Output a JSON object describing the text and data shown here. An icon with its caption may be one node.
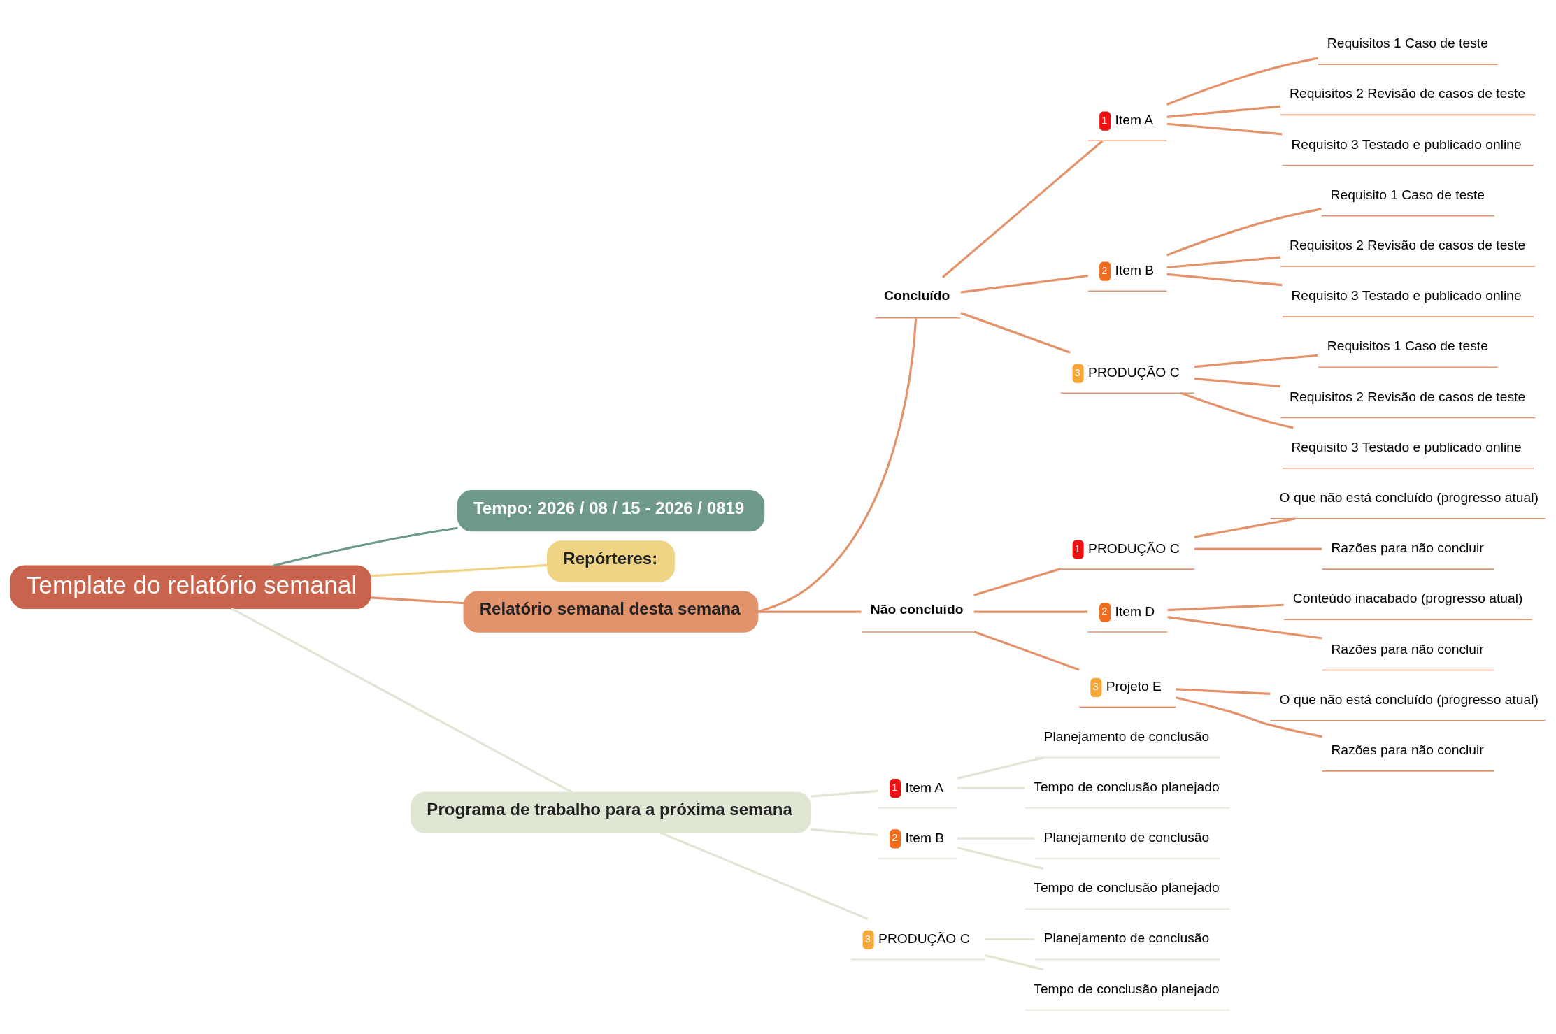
{
  "diagram": {
    "nodes": [
      {
        "text": [
          "Template do relatório semanal"
        ]
      },
      {
        "text": [
          "Tempo: 2026 / 08 / 15 - 2026 / 0819"
        ]
      },
      {
        "text": [
          "Repórteres:"
        ]
      },
      {
        "text": [
          "Relatório semanal desta semana"
        ]
      },
      {
        "text": [
          "Concluído"
        ]
      },
      {
        "text": [
          "1",
          "Item A"
        ]
      },
      {
        "text": [
          "Requisitos 1 Caso de teste"
        ]
      },
      {
        "text": [
          "Requisitos 2 Revisão de casos de teste"
        ]
      },
      {
        "text": [
          "Requisito 3 Testado e publicado online"
        ]
      },
      {
        "text": [
          "2",
          "Item B"
        ]
      },
      {
        "text": [
          "Requisito 1 Caso de teste"
        ]
      },
      {
        "text": [
          "Requisitos 2 Revisão de casos de teste"
        ]
      },
      {
        "text": [
          "Requisito 3 Testado e publicado online"
        ]
      },
      {
        "text": [
          "3",
          "PRODUÇÃO C"
        ]
      },
      {
        "text": [
          "Requisitos 1 Caso de teste"
        ]
      },
      {
        "text": [
          "Requisitos 2 Revisão de casos de teste"
        ]
      },
      {
        "text": [
          "Requisito 3 Testado e publicado online"
        ]
      },
      {
        "text": [
          "Não concluído"
        ]
      },
      {
        "text": [
          "1",
          "PRODUÇÃO C"
        ]
      },
      {
        "text": [
          "O que não está concluído (progresso atual)"
        ]
      },
      {
        "text": [
          "Razões para não concluir"
        ]
      },
      {
        "text": [
          "2",
          "Item D"
        ]
      },
      {
        "text": [
          "Conteúdo inacabado (progresso atual)"
        ]
      },
      {
        "text": [
          "Razões para não concluir"
        ]
      },
      {
        "text": [
          "3",
          "Projeto E"
        ]
      },
      {
        "text": [
          "O que não está concluído (progresso atual)"
        ]
      },
      {
        "text": [
          "Razões para não concluir"
        ]
      },
      {
        "text": [
          "Programa de trabalho para a próxima semana"
        ]
      },
      {
        "text": [
          "1",
          "Item A"
        ]
      },
      {
        "text": [
          "Planejamento de conclusão"
        ]
      },
      {
        "text": [
          "Tempo de conclusão planejado"
        ]
      },
      {
        "text": [
          "2",
          "Item B"
        ]
      },
      {
        "text": [
          "Planejamento de conclusão"
        ]
      },
      {
        "text": [
          "Tempo de conclusão planejado"
        ]
      },
      {
        "text": [
          "3",
          "PRODUÇÃO C"
        ]
      },
      {
        "text": [
          "Planejamento de conclusão"
        ]
      },
      {
        "text": [
          "Tempo de conclusão planejado"
        ]
      }
    ],
    "edges": [
      {
        "from": 0,
        "to": 1,
        "arrow": "none",
        "color": "#6f9a8a"
      },
      {
        "from": 0,
        "to": 2,
        "arrow": "none",
        "color": "#f0d486"
      },
      {
        "from": 0,
        "to": 3,
        "arrow": "none",
        "color": "#e3936c"
      },
      {
        "from": 3,
        "to": 4,
        "arrow": "none",
        "color": "#e3936c"
      },
      {
        "from": 4,
        "to": 5,
        "arrow": "none",
        "color": "#e3936c"
      },
      {
        "from": 5,
        "to": 6,
        "arrow": "none",
        "color": "#e3936c"
      },
      {
        "from": 5,
        "to": 7,
        "arrow": "none",
        "color": "#e3936c"
      },
      {
        "from": 5,
        "to": 8,
        "arrow": "none",
        "color": "#e3936c"
      },
      {
        "from": 4,
        "to": 9,
        "arrow": "none",
        "color": "#e3936c"
      },
      {
        "from": 9,
        "to": 10,
        "arrow": "none",
        "color": "#e3936c"
      },
      {
        "from": 9,
        "to": 11,
        "arrow": "none",
        "color": "#e3936c"
      },
      {
        "from": 9,
        "to": 12,
        "arrow": "none",
        "color": "#e3936c"
      },
      {
        "from": 4,
        "to": 13,
        "arrow": "none",
        "color": "#e3936c"
      },
      {
        "from": 13,
        "to": 14,
        "arrow": "none",
        "color": "#e3936c"
      },
      {
        "from": 13,
        "to": 15,
        "arrow": "none",
        "color": "#e3936c"
      },
      {
        "from": 13,
        "to": 16,
        "arrow": "none",
        "color": "#e3936c"
      },
      {
        "from": 3,
        "to": 17,
        "arrow": "none",
        "color": "#e3936c"
      },
      {
        "from": 17,
        "to": 18,
        "arrow": "none",
        "color": "#e3936c"
      },
      {
        "from": 18,
        "to": 19,
        "arrow": "none",
        "color": "#e3936c"
      },
      {
        "from": 18,
        "to": 20,
        "arrow": "none",
        "color": "#e3936c"
      },
      {
        "from": 17,
        "to": 21,
        "arrow": "none",
        "color": "#e3936c"
      },
      {
        "from": 21,
        "to": 22,
        "arrow": "none",
        "color": "#e3936c"
      },
      {
        "from": 21,
        "to": 23,
        "arrow": "none",
        "color": "#e3936c"
      },
      {
        "from": 17,
        "to": 24,
        "arrow": "none",
        "color": "#e3936c"
      },
      {
        "from": 24,
        "to": 25,
        "arrow": "none",
        "color": "#e3936c"
      },
      {
        "from": 24,
        "to": 26,
        "arrow": "none",
        "color": "#e3936c"
      },
      {
        "from": 0,
        "to": 27,
        "arrow": "none",
        "color": "#dfe6d3"
      },
      {
        "from": 27,
        "to": 28,
        "arrow": "none",
        "color": "#dfe6d3"
      },
      {
        "from": 28,
        "to": 29,
        "arrow": "none",
        "color": "#dfe6d3"
      },
      {
        "from": 28,
        "to": 30,
        "arrow": "none",
        "color": "#dfe6d3"
      },
      {
        "from": 27,
        "to": 31,
        "arrow": "none",
        "color": "#dfe6d3"
      },
      {
        "from": 31,
        "to": 32,
        "arrow": "none",
        "color": "#dfe6d3"
      },
      {
        "from": 31,
        "to": 33,
        "arrow": "none",
        "color": "#dfe6d3"
      },
      {
        "from": 27,
        "to": 34,
        "arrow": "none",
        "color": "#dfe6d3"
      },
      {
        "from": 34,
        "to": 35,
        "arrow": "none",
        "color": "#dfe6d3"
      },
      {
        "from": 34,
        "to": 36,
        "arrow": "none",
        "color": "#dfe6d3"
      }
    ]
  }
}
